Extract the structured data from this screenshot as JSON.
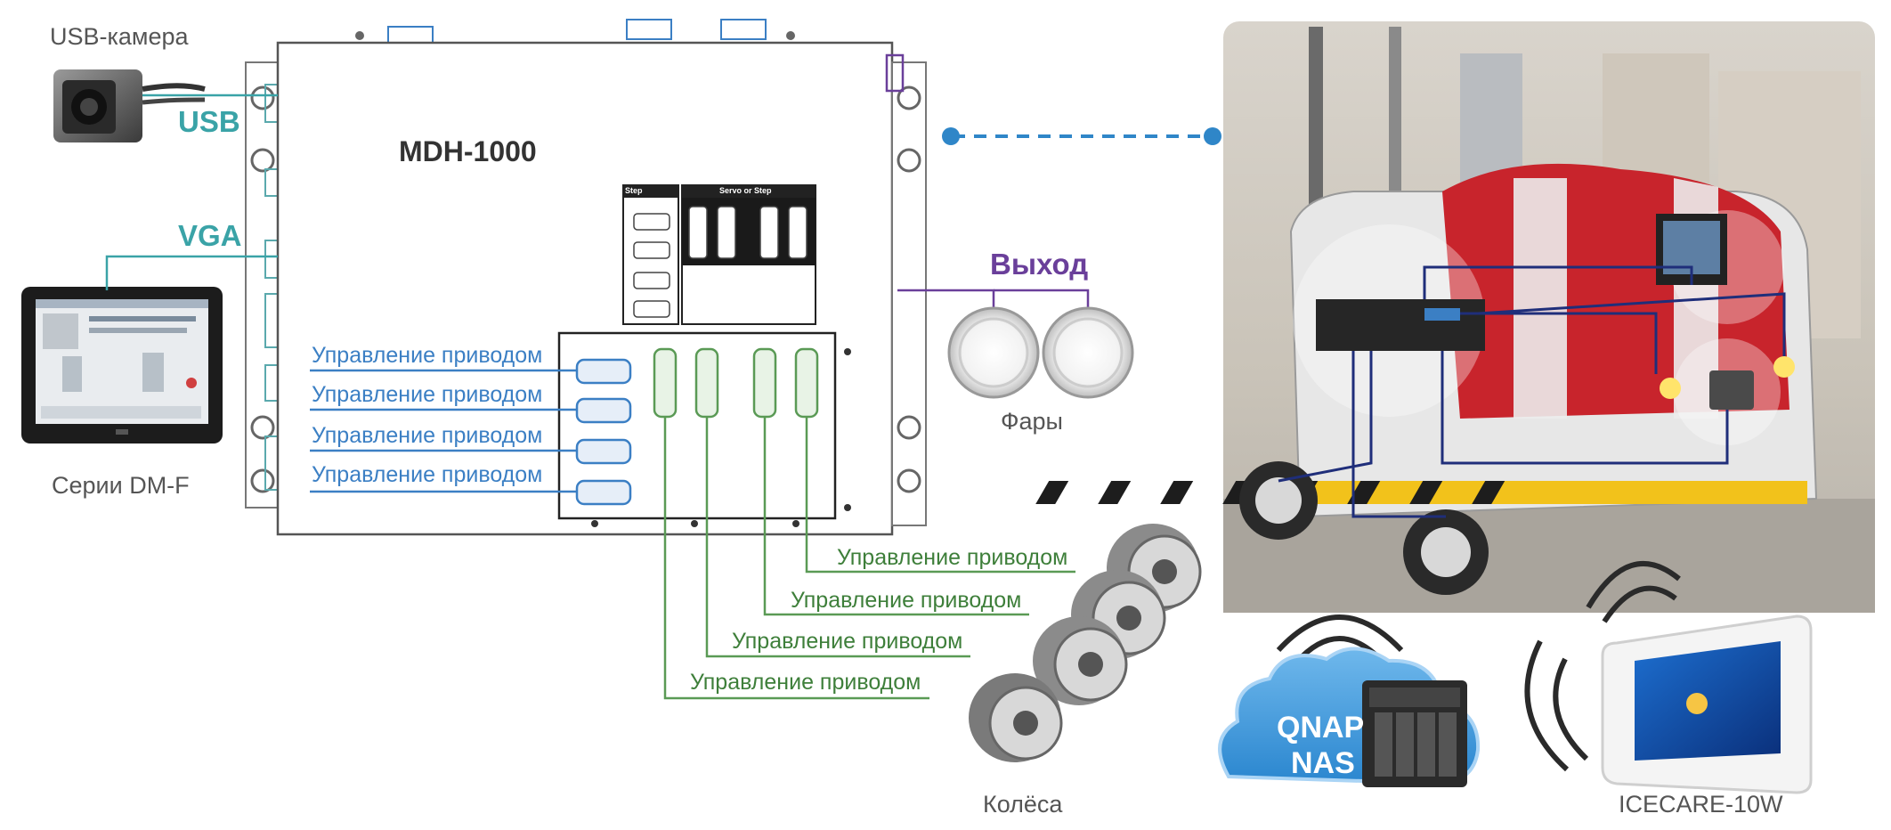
{
  "colors": {
    "drive_blue": "#3b7fc4",
    "drive_green": "#5a9a55",
    "teal": "#3aa3a7",
    "purple": "#6a3f9a",
    "link_blue": "#2f86c8",
    "robot_red": "#c8242c"
  },
  "device": {
    "model": "MDH-1000"
  },
  "panel": {
    "step_header": "Step",
    "servo_header": "Servo or Step"
  },
  "peripherals": {
    "usb_camera": "USB-камера",
    "usb_label": "USB",
    "vga_label": "VGA",
    "display_series": "Серии DM-F",
    "output_label": "Выход",
    "headlights": "Фары",
    "wheels": "Колёса",
    "nas_line1": "QNAP",
    "nas_line2": "NAS",
    "tablet": "ICECARE-10W"
  },
  "drive_labels_left": [
    "Управление приводом",
    "Управление приводом",
    "Управление приводом",
    "Управление приводом"
  ],
  "drive_labels_bottom": [
    "Управление приводом",
    "Управление приводом",
    "Управление приводом",
    "Управление приводом"
  ]
}
